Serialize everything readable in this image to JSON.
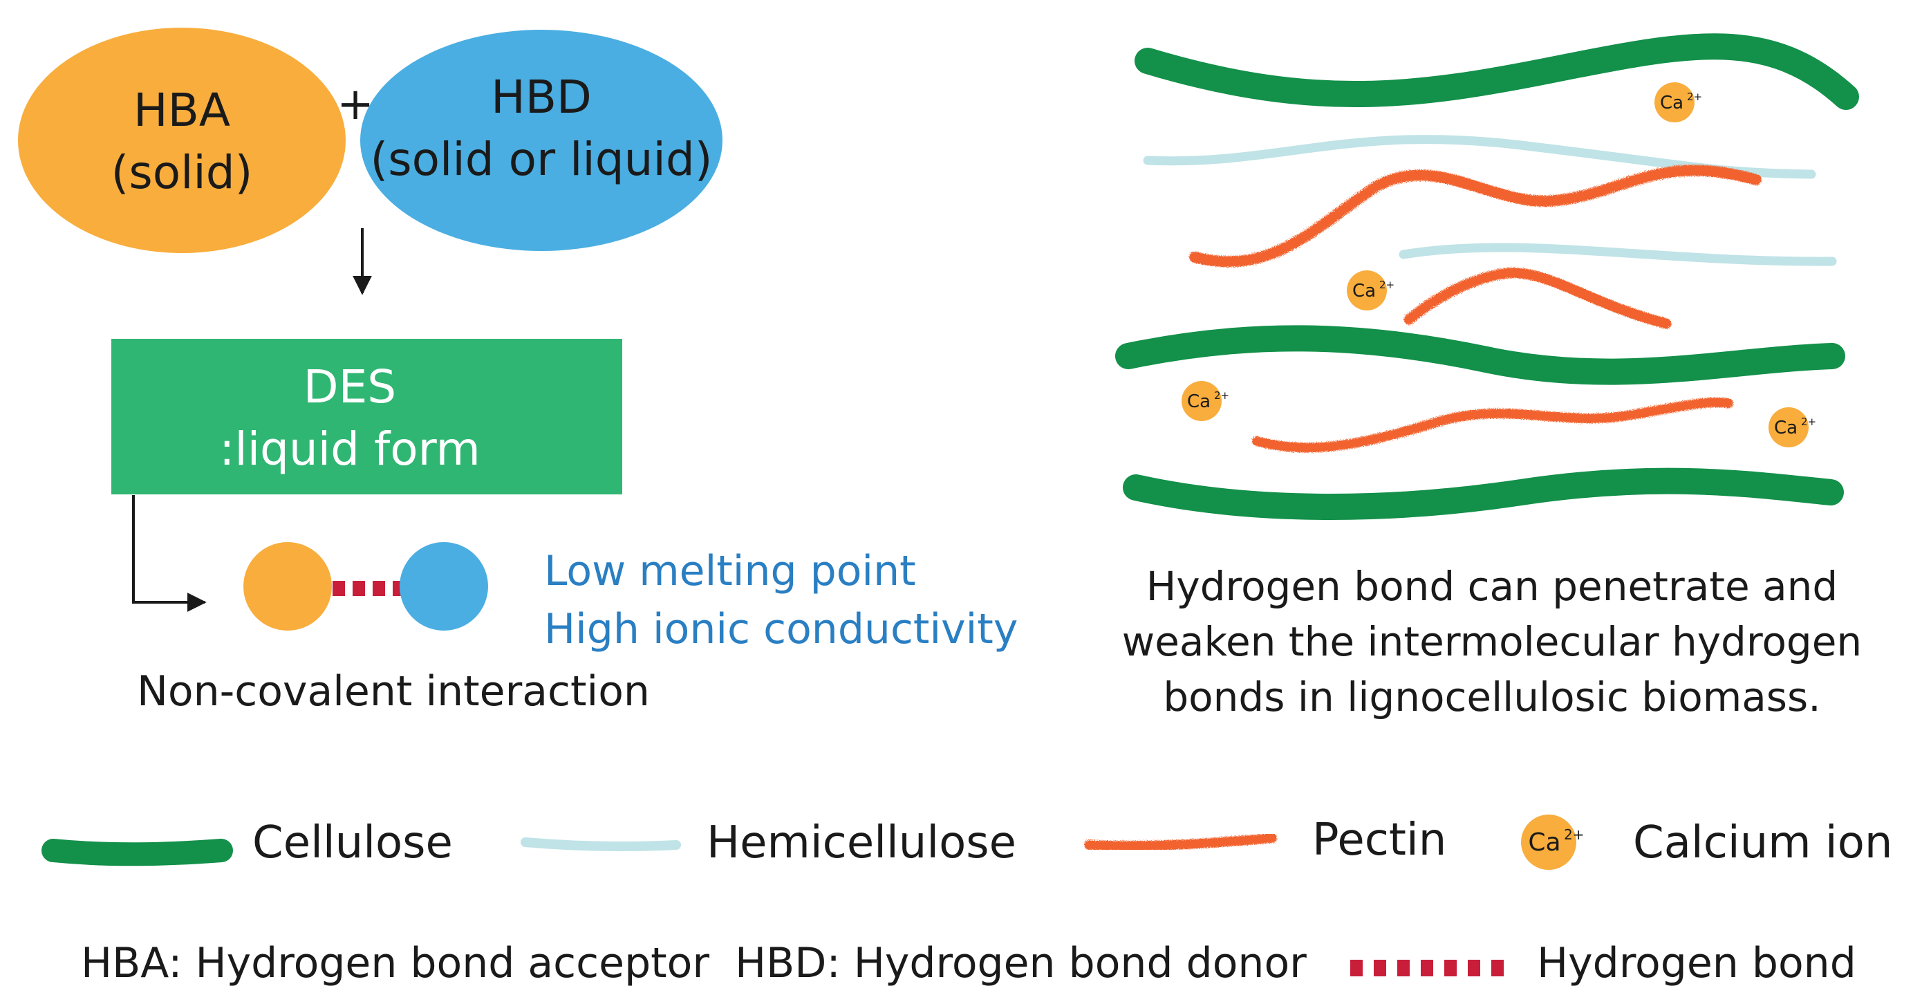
{
  "colors": {
    "hba": "#f8ad3d",
    "hbd": "#4aaee2",
    "des": "#2fb673",
    "cellulose": "#13904a",
    "hemicellulose": "#bfe3e6",
    "pectin": "#f2622d",
    "calcium": "#f8ad3d",
    "hbond": "#c81e3a",
    "accent_text": "#2a7fc3"
  },
  "hba": {
    "name": "HBA",
    "state": "(solid)"
  },
  "plus": "+",
  "hbd": {
    "name": "HBD",
    "state": "(solid or liquid)"
  },
  "des": {
    "name": "DES",
    "form": ":liquid form"
  },
  "properties": [
    "Low melting point",
    "High ionic conductivity"
  ],
  "interaction_label": "Non-covalent interaction",
  "calcium_symbol": {
    "base": "Ca",
    "charge": "2+"
  },
  "description": [
    "Hydrogen bond can penetrate and",
    "weaken the intermolecular hydrogen",
    "bonds in lignocellulosic biomass."
  ],
  "legend": {
    "cellulose": "Cellulose",
    "hemicellulose": "Hemicellulose",
    "pectin": "Pectin",
    "calcium": "Calcium ion",
    "hba_def": "HBA: Hydrogen bond acceptor",
    "hbd_def": "HBD: Hydrogen bond donor",
    "hbond": "Hydrogen bond"
  }
}
